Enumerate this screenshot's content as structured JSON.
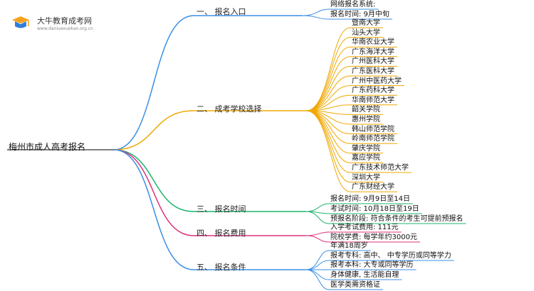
{
  "logo": {
    "title": "大牛教育成考网",
    "subtitle": "www.daniuexuekao.org.cn"
  },
  "root": "梅州市成人高考报名",
  "branches": [
    {
      "label": "一、 报名入口",
      "color": "#3b8fe6",
      "leaves": [
        "网络报名系统:",
        "报名时间: 9月中旬"
      ]
    },
    {
      "label": "二、 成考学校选择",
      "color": "#f0a800",
      "leaves": [
        "暨南大学",
        "汕头大学",
        "华南农业大学",
        "广东海洋大学",
        "广州医科大学",
        "广东医科大学",
        "广州中医药大学",
        "广东药科大学",
        "华南师范大学",
        "韶关学院",
        "惠州学院",
        "韩山师范学院",
        "岭南师范学院",
        "肇庆学院",
        "嘉应学院",
        "广东技术师范大学",
        "深圳大学",
        "广东财经大学"
      ]
    },
    {
      "label": "三、 报名时间",
      "color": "#1db56a",
      "leaves": [
        "报名时间: 9月9日至14日",
        "考试时间: 10月18日至19日",
        "预报名阶段: 符合条件的考生可提前预报名"
      ]
    },
    {
      "label": "四、 报名费用",
      "color": "#e0307a",
      "leaves": [
        "入学考试费用: 111元",
        "院校学费: 每学年约3000元"
      ]
    },
    {
      "label": "五、 报名条件",
      "color": "#3b8fe6",
      "leaves": [
        "年满18周岁",
        "报考专科: 高中、 中专学历或同等学力",
        "报考本科: 大专或同等学历",
        "身体健康, 生活能自理",
        "医学类需资格证"
      ]
    }
  ]
}
